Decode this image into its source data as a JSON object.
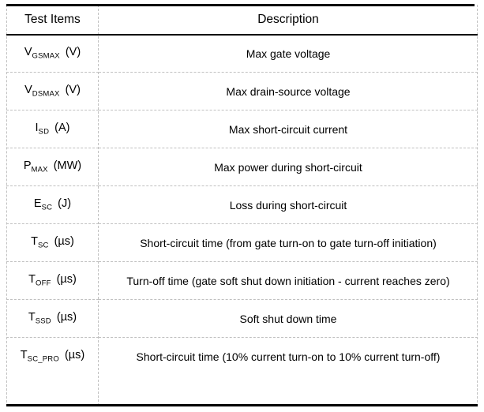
{
  "table": {
    "headers": {
      "item": "Test Items",
      "description": "Description"
    },
    "rows": [
      {
        "symbol": "V",
        "subscript": "GSMAX",
        "unit": "(V)",
        "item_full": "VGSMAX  (V)",
        "description": "Max gate voltage"
      },
      {
        "symbol": "V",
        "subscript": "DSMAX",
        "unit": "(V)",
        "item_full": "VDSMAX  (V)",
        "description": "Max drain-source voltage"
      },
      {
        "symbol": "I",
        "subscript": "SD",
        "unit": "(A)",
        "item_full": "ISD  (A)",
        "description": "Max short-circuit current"
      },
      {
        "symbol": "P",
        "subscript": "MAX",
        "unit": "(MW)",
        "item_full": "PMAX  (MW)",
        "description": "Max power during short-circuit"
      },
      {
        "symbol": "E",
        "subscript": "SC",
        "unit": "(J)",
        "item_full": "ESC  (J)",
        "description": "Loss during short-circuit"
      },
      {
        "symbol": "T",
        "subscript": "SC",
        "unit": "(µs)",
        "item_full": "TSC  (µs)",
        "description": "Short-circuit time (from gate turn-on to gate turn-off initiation)"
      },
      {
        "symbol": "T",
        "subscript": "OFF",
        "unit": "(µs)",
        "item_full": "TOFF  (µs)",
        "description": "Turn-off time (gate soft shut down initiation - current reaches zero)"
      },
      {
        "symbol": "T",
        "subscript": "SSD",
        "unit": "(µs)",
        "item_full": "TSSD  (µs)",
        "description": "Soft shut down time"
      },
      {
        "symbol": "T",
        "subscript": "SC_PRO",
        "unit": "(µs)",
        "item_full": "TSC_PRO  (µs)",
        "description": "Short-circuit time (10% current turn-on to 10% current turn-off)"
      }
    ]
  },
  "colors": {
    "text": "#000000",
    "rule": "#000000",
    "grid": "#c0c0c0",
    "background": "#ffffff"
  }
}
